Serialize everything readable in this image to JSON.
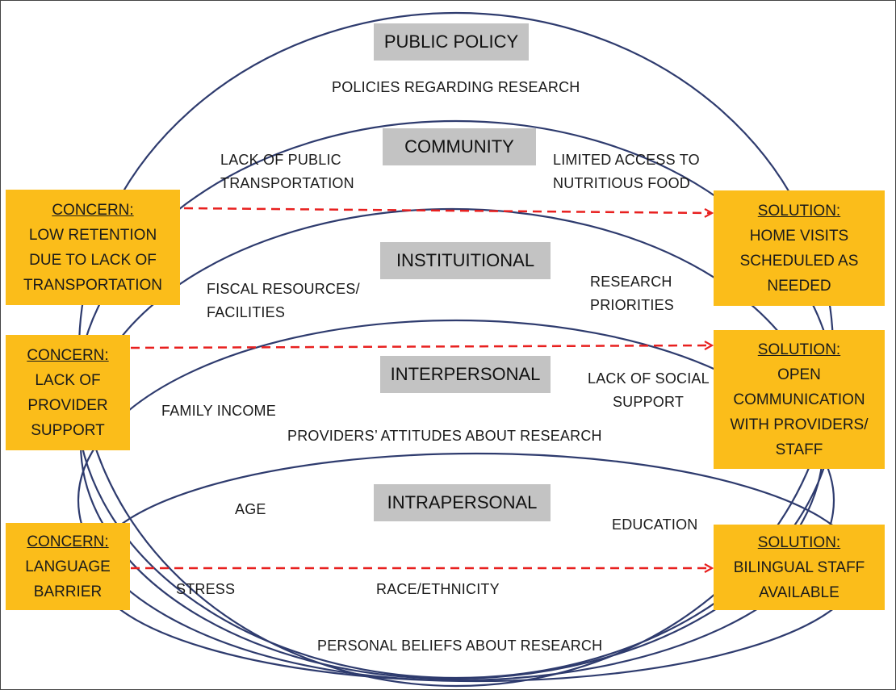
{
  "levels": {
    "public_policy": "PUBLIC POLICY",
    "community": "COMMUNITY",
    "institutional": "INSTITUITIONAL",
    "interpersonal": "INTERPERSONAL",
    "intrapersonal": "INTRAPERSONAL"
  },
  "factors": {
    "policies_regarding_research": "POLICIES  REGARDING RESEARCH",
    "lack_of_public": "LACK OF PUBLIC",
    "transportation": "TRANSPORTATION",
    "limited_access_to": "LIMITED ACCESS TO",
    "nutritious_food": "NUTRITIOUS FOOD",
    "fiscal_resources": "FISCAL RESOURCES/",
    "facilities": "FACILITIES",
    "research": "RESEARCH",
    "priorities": "PRIORITIES",
    "lack_of_social": "LACK OF SOCIAL",
    "support": "SUPPORT",
    "family_income": "FAMILY INCOME",
    "providers_attitudes": "PROVIDERS’ ATTITUDES ABOUT  RESEARCH",
    "age": "AGE",
    "education": "EDUCATION",
    "stress": "STRESS",
    "race_ethnicity": "RACE/ETHNICITY",
    "personal_beliefs": "PERSONAL BELIEFS ABOUT RESEARCH"
  },
  "concerns": [
    {
      "head": "CONCERN:",
      "lines": [
        "LOW RETENTION",
        "DUE TO LACK OF",
        "TRANSPORTATION"
      ]
    },
    {
      "head": "CONCERN:",
      "lines": [
        "LACK OF",
        "PROVIDER",
        "SUPPORT"
      ]
    },
    {
      "head": "CONCERN:",
      "lines": [
        "LANGUAGE",
        "BARRIER"
      ]
    }
  ],
  "solutions": [
    {
      "head": "SOLUTION:",
      "lines": [
        "HOME VISITS",
        "SCHEDULED AS",
        "NEEDED"
      ]
    },
    {
      "head": "SOLUTION:",
      "lines": [
        "OPEN",
        "COMMUNICATION",
        "WITH PROVIDERS/",
        "STAFF"
      ]
    },
    {
      "head": "SOLUTION:",
      "lines": [
        "BILINGUAL STAFF",
        "AVAILABLE"
      ]
    }
  ],
  "colors": {
    "box_fill": "#fbbd1a",
    "level_fill": "#c3c3c3",
    "ring_stroke": "#2e3b6e",
    "arrow": "#e8201f"
  }
}
